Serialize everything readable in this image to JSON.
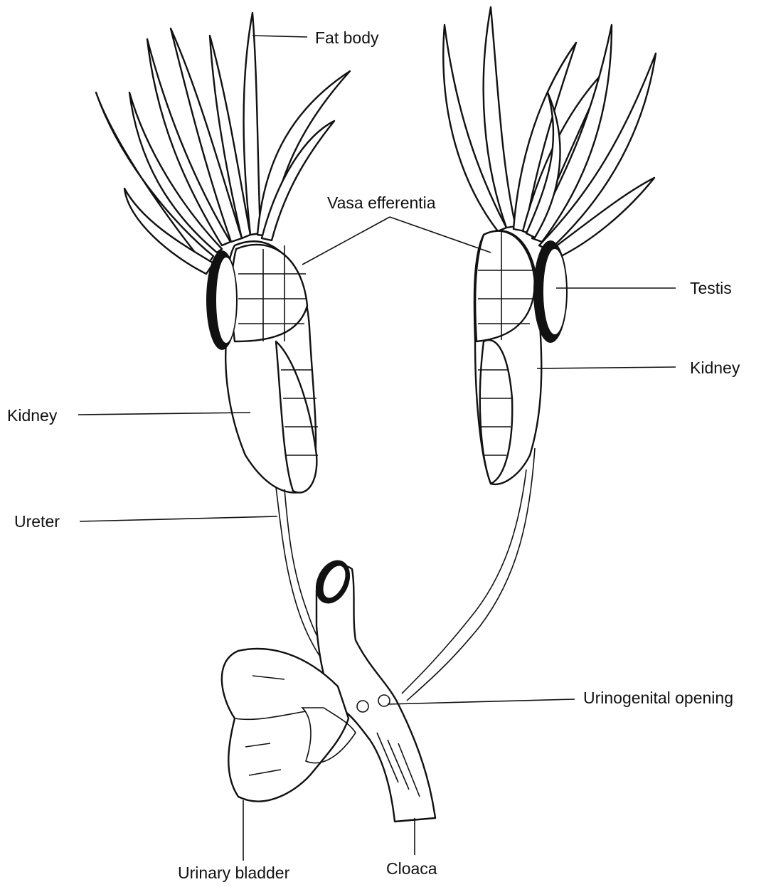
{
  "labels": {
    "fat_body": "Fat body",
    "vasa_efferentia": "Vasa efferentia",
    "testis": "Testis",
    "kidney_right": "Kidney",
    "kidney_left": "Kidney",
    "ureter": "Ureter",
    "urinogenital_opening": "Urinogenital opening",
    "urinary_bladder": "Urinary bladder",
    "cloaca": "Cloaca"
  }
}
